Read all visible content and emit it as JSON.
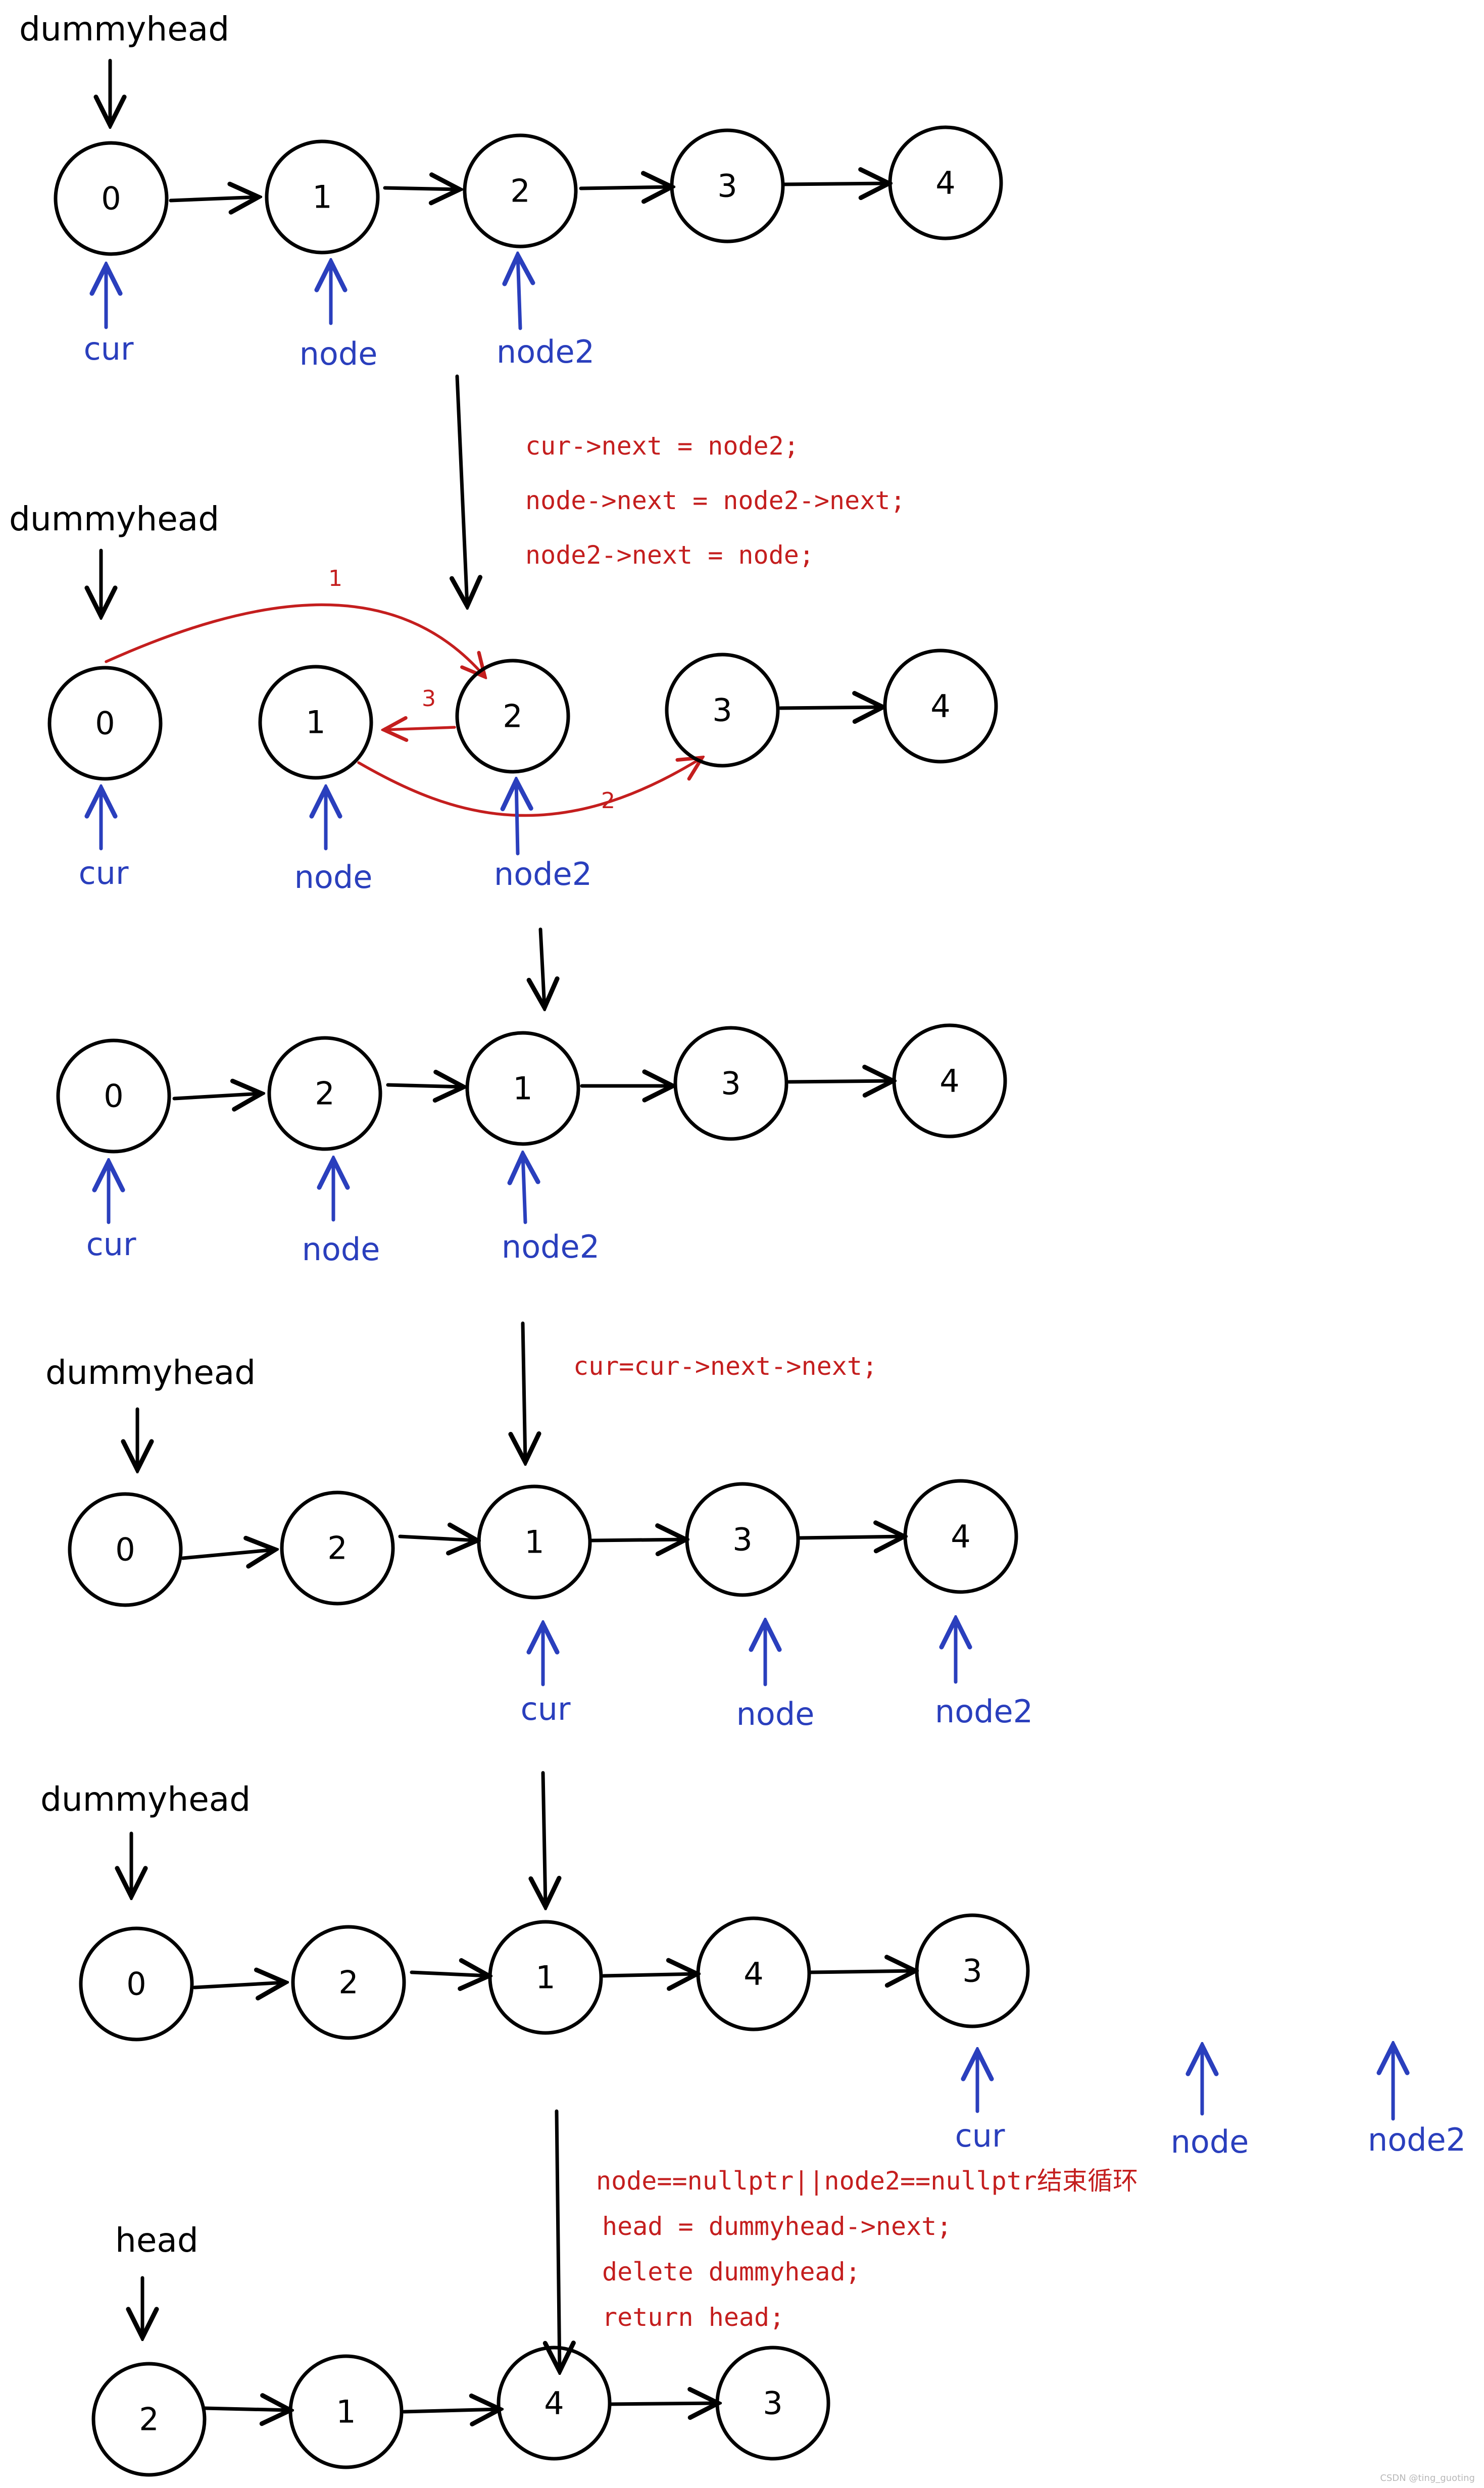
{
  "colors": {
    "pointer": "#2a3fbd",
    "annotation": "#c41e1e",
    "ink": "#000000"
  },
  "stages": [
    {
      "nodes": [
        "0",
        "1",
        "2",
        "3",
        "4"
      ],
      "head_label": "dummyhead",
      "pointers": [
        "cur",
        "node",
        "node2"
      ]
    },
    {
      "nodes": [
        "0",
        "1",
        "2",
        "3",
        "4"
      ],
      "head_label": "dummyhead",
      "pointers": [
        "cur",
        "node",
        "node2"
      ],
      "step_numbers": [
        "1",
        "2",
        "3"
      ]
    },
    {
      "nodes": [
        "0",
        "2",
        "1",
        "3",
        "4"
      ],
      "pointers": [
        "cur",
        "node",
        "node2"
      ]
    },
    {
      "nodes": [
        "0",
        "2",
        "1",
        "3",
        "4"
      ],
      "head_label": "dummyhead",
      "pointers": [
        "cur",
        "node",
        "node2"
      ]
    },
    {
      "nodes": [
        "0",
        "2",
        "1",
        "4",
        "3"
      ],
      "head_label": "dummyhead",
      "pointers": [
        "cur",
        "node",
        "node2"
      ]
    },
    {
      "nodes": [
        "2",
        "1",
        "4",
        "3"
      ],
      "head_label": "head"
    }
  ],
  "code_blocks": [
    [
      "cur->next = node2;",
      "node->next = node2->next;",
      "node2->next = node;"
    ],
    [
      "cur=cur->next->next;"
    ],
    [
      "node==nullptr||node2==nullptr结束循环",
      "head = dummyhead->next;",
      "delete dummyhead;",
      "return head;"
    ]
  ],
  "watermark": "CSDN @ting_guoting"
}
